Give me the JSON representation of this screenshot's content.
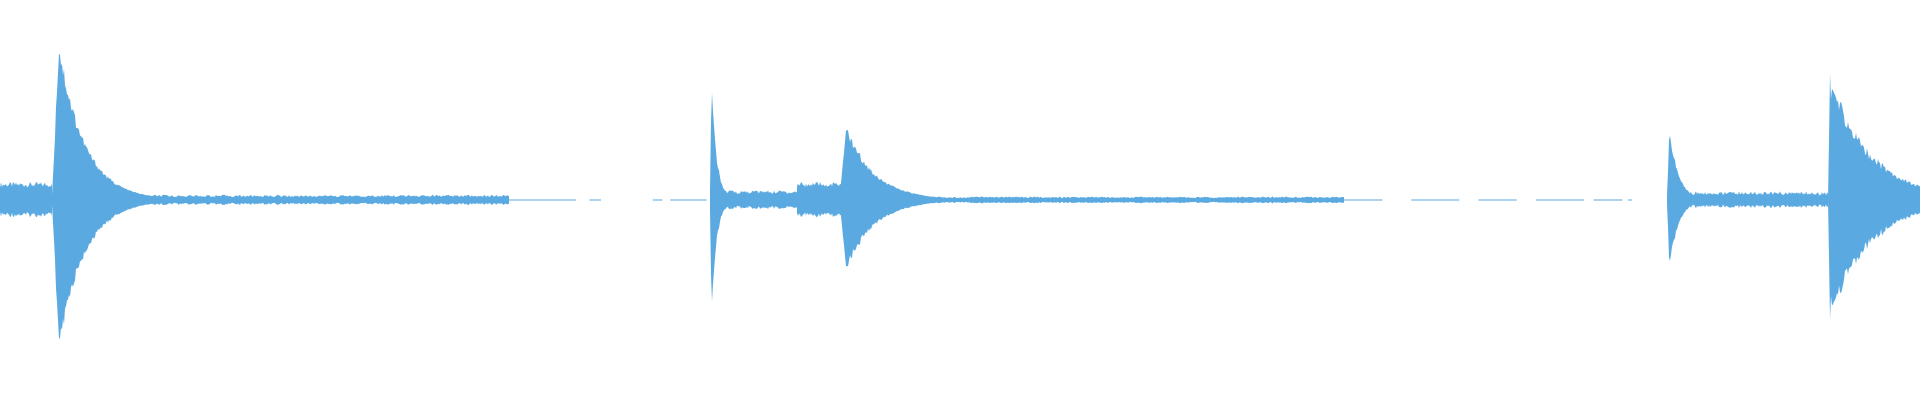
{
  "waveform": {
    "color": "#5aa9e0",
    "background": "#ffffff",
    "duration_fraction_events": [
      {
        "start": 0.0,
        "end": 0.027,
        "peak": 0.1,
        "sustain": 0.1,
        "decay": "flat"
      },
      {
        "start": 0.027,
        "end": 0.265,
        "peak": 0.92,
        "sustain": 0.03,
        "decay": "fast"
      },
      {
        "start": 0.37,
        "end": 0.42,
        "peak": 0.68,
        "sustain": 0.06,
        "decay": "fast"
      },
      {
        "start": 0.415,
        "end": 0.44,
        "peak": 0.1,
        "sustain": 0.08,
        "decay": "flat"
      },
      {
        "start": 0.437,
        "end": 0.7,
        "peak": 0.42,
        "sustain": 0.02,
        "decay": "fast"
      },
      {
        "start": 0.868,
        "end": 0.952,
        "peak": 0.42,
        "sustain": 0.05,
        "decay": "fast"
      },
      {
        "start": 0.952,
        "end": 1.0,
        "peak": 0.75,
        "sustain": 0.05,
        "decay": "slow"
      }
    ],
    "silence_dashes": [
      [
        0.265,
        0.3
      ],
      [
        0.307,
        0.313
      ],
      [
        0.34,
        0.345
      ],
      [
        0.349,
        0.368
      ],
      [
        0.7,
        0.72
      ],
      [
        0.735,
        0.76
      ],
      [
        0.77,
        0.79
      ],
      [
        0.8,
        0.825
      ],
      [
        0.83,
        0.845
      ],
      [
        0.848,
        0.85
      ]
    ],
    "amplitude_scale": 1.0
  }
}
